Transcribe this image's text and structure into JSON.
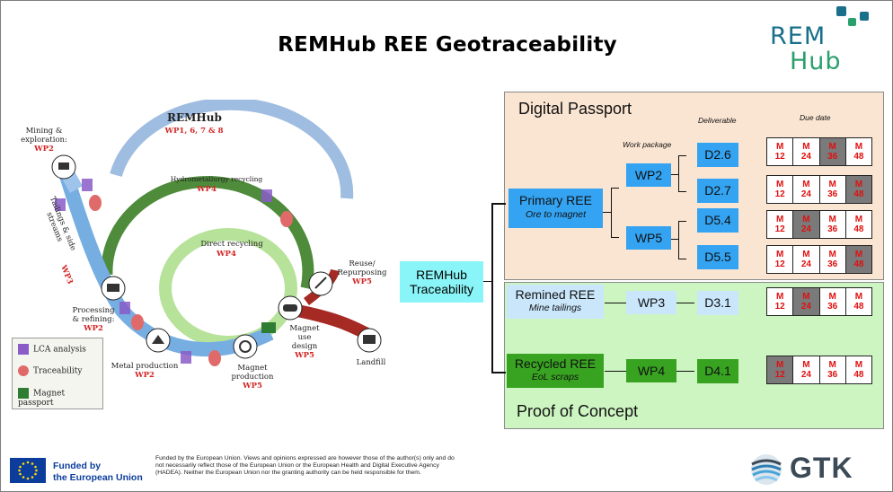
{
  "title": "REMHub REE Geotraceability",
  "logo": {
    "line1": "REM",
    "line2": "Hub",
    "colors": [
      "#1a6f8a",
      "#2aa06c"
    ]
  },
  "diagram": {
    "center_title": "REMHub",
    "center_wp": "WP1, 6, 7 & 8",
    "hydro_label": "Hydrometallurgy recycling",
    "hydro_wp": "WP4",
    "direct_label": "Direct recycling",
    "direct_wp": "WP4",
    "tailings_label": "Tailings & side streams",
    "tailings_wp": "WP3",
    "stages": [
      {
        "label": "Mining & exploration:",
        "wp": "WP2"
      },
      {
        "label": "Processing & refining:",
        "wp": "WP2"
      },
      {
        "label": "Metal production",
        "wp": "WP2"
      },
      {
        "label": "Magnet production",
        "wp": "WP5"
      },
      {
        "label": "Magnet use design",
        "wp": "WP5"
      },
      {
        "label": "Reuse/ Repurposing",
        "wp": "WP5"
      },
      {
        "label": "Landfill",
        "wp": ""
      }
    ],
    "legend": [
      "LCA analysis",
      "Traceability",
      "Magnet passport"
    ]
  },
  "panel": {
    "digital_passport": "Digital Passport",
    "proof_of_concept": "Proof of Concept",
    "col_deliverable": "Deliverable",
    "col_work_package": "Work package",
    "col_due_date": "Due date",
    "traceability": "REMHub Traceability",
    "primary": {
      "title": "Primary REE",
      "sub": "Ore to magnet"
    },
    "remined": {
      "title": "Remined REE",
      "sub": "Mine tailings"
    },
    "recycled": {
      "title": "Recycled REE",
      "sub": "EoL scraps"
    },
    "wps": [
      "WP2",
      "WP5",
      "WP3",
      "WP4"
    ],
    "deliverables": [
      "D2.6",
      "D2.7",
      "D5.4",
      "D5.5",
      "D3.1",
      "D4.1"
    ],
    "due_months": [
      "M 12",
      "M 24",
      "M 36",
      "M 48"
    ],
    "due_active": [
      [
        36
      ],
      [
        48
      ],
      [
        24
      ],
      [
        48
      ],
      [
        24
      ],
      [
        12
      ]
    ]
  },
  "footer": {
    "funded_line1": "Funded by",
    "funded_line2": "the European Union",
    "disclaimer": "Funded by the European Union. Views and opinions expressed are however those of the author(s) only and do not necessarily reflect those of the European Union or the European Health and Digital Executive Agency (HADEA). Neither the European Union nor the granting authority can be held responsible for them.",
    "gtk": "GTK"
  }
}
